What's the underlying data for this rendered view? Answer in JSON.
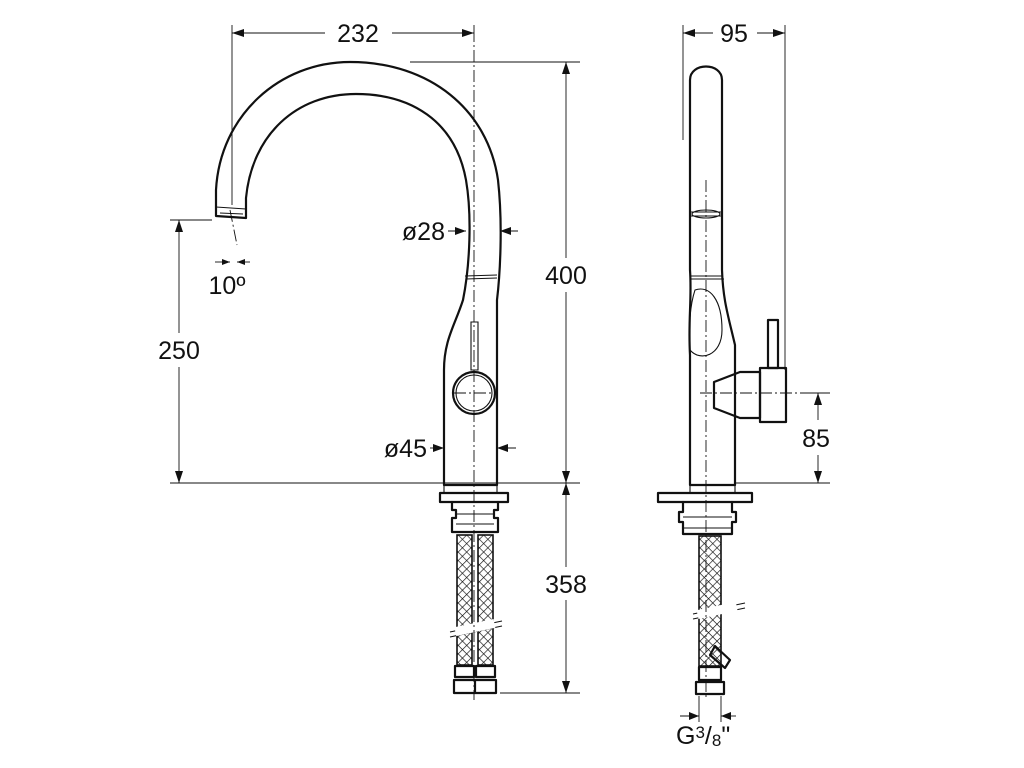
{
  "dimensions": {
    "front_width": "232",
    "side_width": "95",
    "height_total": "400",
    "height_spout": "250",
    "pipe_diameter": "ø28",
    "body_diameter": "ø45",
    "spout_angle": "10º",
    "lever_height": "85",
    "hose_length": "358",
    "thread_prefix": "G",
    "thread_num": "3",
    "thread_den": "8",
    "thread_suffix": "\""
  },
  "colors": {
    "line": "#111111",
    "background": "#ffffff"
  }
}
